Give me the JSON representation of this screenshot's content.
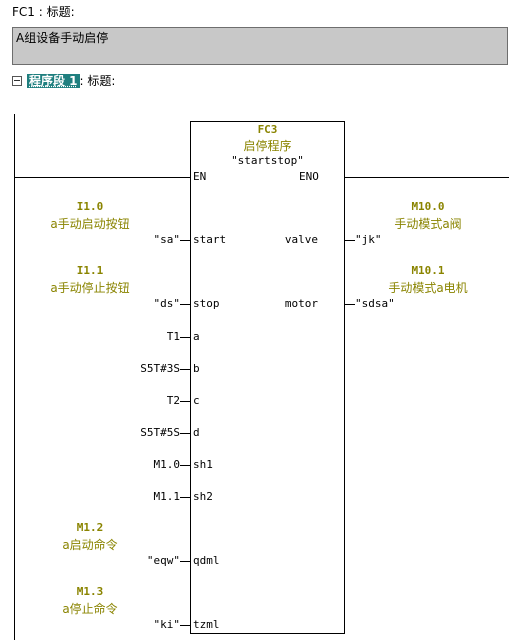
{
  "header": {
    "fc_title": "FC1 : 标题:",
    "comment": "A组设备手动启停"
  },
  "network": {
    "name": "程序段 1",
    "title": ": 标题:"
  },
  "block": {
    "name": "FC3",
    "comment": "启停程序",
    "symbol": "\"startstop\"",
    "en": "EN",
    "eno": "ENO"
  },
  "inputs": [
    {
      "pin": "start",
      "actual": "\"sa\"",
      "address": "I1.0",
      "comment": "a手动启动按钮"
    },
    {
      "pin": "stop",
      "actual": "\"ds\"",
      "address": "I1.1",
      "comment": "a手动停止按钮"
    },
    {
      "pin": "a",
      "actual": "T1"
    },
    {
      "pin": "b",
      "actual": "S5T#3S"
    },
    {
      "pin": "c",
      "actual": "T2"
    },
    {
      "pin": "d",
      "actual": "S5T#5S"
    },
    {
      "pin": "sh1",
      "actual": "M1.0"
    },
    {
      "pin": "sh2",
      "actual": "M1.1"
    },
    {
      "pin": "qdml",
      "actual": "\"eqw\"",
      "address": "M1.2",
      "comment": "a启动命令"
    },
    {
      "pin": "tzml",
      "actual": "\"ki\"",
      "address": "M1.3",
      "comment": "a停止命令"
    }
  ],
  "outputs": [
    {
      "pin": "valve",
      "actual": "\"jk\"",
      "address": "M10.0",
      "comment": "手动模式a阀"
    },
    {
      "pin": "motor",
      "actual": "\"sdsa\"",
      "address": "M10.1",
      "comment": "手动模式a电机"
    }
  ],
  "colors": {
    "symbol_text": "#8a8400",
    "network_highlight": "#1f7f7f",
    "comment_background": "#c8c8c8"
  }
}
